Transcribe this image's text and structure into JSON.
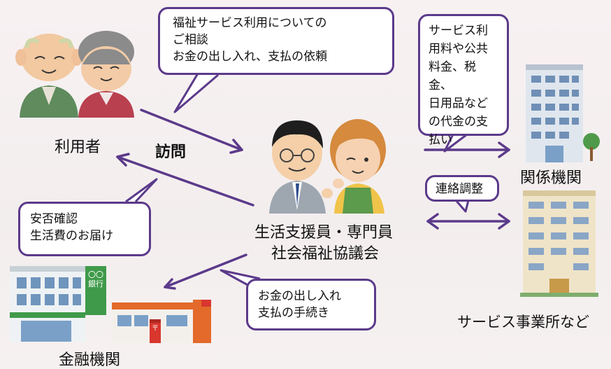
{
  "bubbles": {
    "consult": "福祉サービス利用についての\nご相談\nお金の出し入れ、支払の依頼",
    "payment": "サービス利\n用料や公共\n料金、税金、\n日用品など\nの代金の支\n払い",
    "coordination": "連絡調整",
    "safety": "安否確認\n生活費のお届け",
    "procedure": "お金の出し入れ\n支払の手続き"
  },
  "labels": {
    "users": "利用者",
    "visit": "訪問",
    "staff_line1": "生活支援員・専門員",
    "staff_line2": "社会福祉協議会",
    "related_agencies": "関係機関",
    "service_providers": "サービス事業所など",
    "financial": "金融機関",
    "bank_sign": "〇〇銀行"
  },
  "colors": {
    "arrow": "#5b3a8a",
    "bubble_border": "#5b3a8a"
  }
}
